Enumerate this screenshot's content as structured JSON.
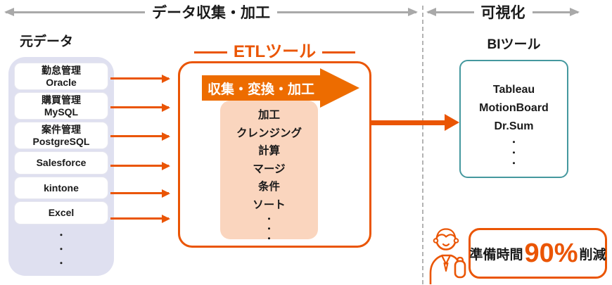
{
  "header": {
    "collection_label": "データ収集・加工",
    "visualization_label": "可視化"
  },
  "source": {
    "title": "元データ",
    "items": [
      [
        "勤怠管理",
        "Oracle"
      ],
      [
        "購買管理",
        "MySQL"
      ],
      [
        "案件管理",
        "PostgreSQL"
      ],
      [
        "Salesforce"
      ],
      [
        "kintone"
      ],
      [
        "Excel"
      ]
    ]
  },
  "etl": {
    "title": "ETLツール",
    "banner": "収集・変換・加工",
    "operations": [
      "加工",
      "クレンジング",
      "計算",
      "マージ",
      "条件",
      "ソート"
    ]
  },
  "bi": {
    "title": "BIツール",
    "tools": [
      "Tableau",
      "MotionBoard",
      "Dr.Sum"
    ]
  },
  "badge": {
    "prefix": "準備時間",
    "value": "90%",
    "suffix": "削減"
  },
  "glyphs": {
    "dot": "・"
  },
  "icons": {
    "person": "person-raising-fist-icon"
  },
  "colors": {
    "accent_orange": "#EA5504",
    "banner_orange": "#ED6C00",
    "peach": "#FAD5BE",
    "lavender": "#DFE0F0",
    "teal": "#44989E",
    "gray_arrow": "#A9A9A9",
    "text": "#1A1A1A"
  }
}
